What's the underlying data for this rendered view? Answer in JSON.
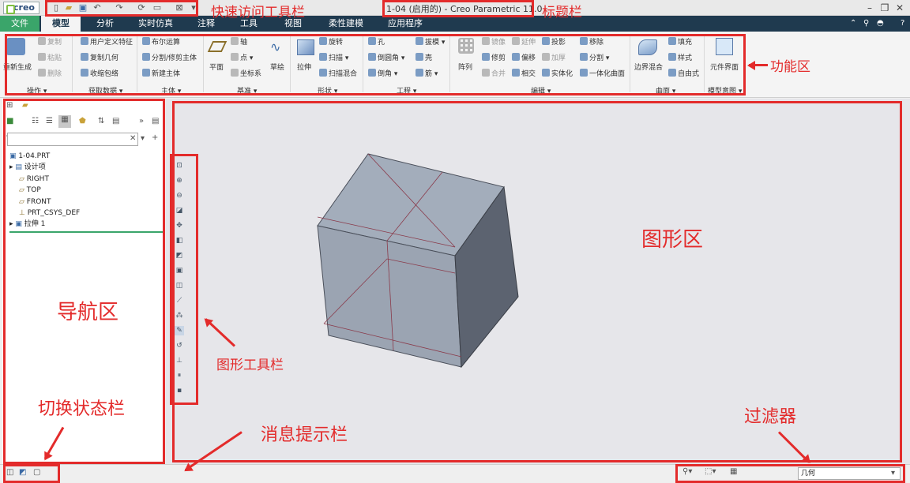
{
  "window": {
    "logo": "creo",
    "title": "1-04 (启用的) - Creo Parametric 11.0",
    "controls": [
      "⌃",
      "⚲",
      "◓",
      "?",
      "–",
      "🗗",
      "✕"
    ]
  },
  "menubar": {
    "tabs": [
      "文件",
      "模型",
      "分析",
      "实时仿真",
      "注释",
      "工具",
      "视图",
      "柔性建模",
      "应用程序"
    ],
    "active": "模型"
  },
  "ribbon": {
    "groups": [
      {
        "label": "操作 ▾",
        "big": "重新生成",
        "items": [
          "复制",
          "粘贴",
          "删除"
        ]
      },
      {
        "label": "获取数据 ▾",
        "items": [
          "用户定义特征",
          "复制几何",
          "收缩包络"
        ]
      },
      {
        "label": "主体 ▾",
        "items": [
          "布尔运算",
          "分割/修剪主体",
          "新建主体"
        ]
      },
      {
        "label": "基准 ▾",
        "big": "平面",
        "big2": "草绘",
        "items": [
          "轴",
          "点 ▾",
          "坐标系"
        ]
      },
      {
        "label": "形状 ▾",
        "big": "拉伸",
        "items": [
          "旋转",
          "扫描 ▾",
          "扫描混合"
        ]
      },
      {
        "label": "工程 ▾",
        "items": [
          "孔",
          "倒圆角 ▾",
          "倒角 ▾",
          "拔模 ▾",
          "壳",
          "筋 ▾"
        ]
      },
      {
        "label": "编辑 ▾",
        "big": "阵列",
        "items": [
          "镜像",
          "延伸",
          "投影",
          "移除",
          "修剪",
          "偏移",
          "加厚",
          "分割 ▾",
          "合并",
          "相交",
          "实体化",
          "一体化曲面"
        ]
      },
      {
        "label": "曲面 ▾",
        "big": "边界混合",
        "items": [
          "填充",
          "样式",
          "自由式"
        ]
      },
      {
        "label": "模型意图 ▾",
        "big": "元件界面"
      }
    ]
  },
  "navigator": {
    "search_placeholder": "",
    "tree": [
      "1-04.PRT",
      "设计项",
      "RIGHT",
      "TOP",
      "FRONT",
      "PRT_CSYS_DEF",
      "拉伸 1"
    ]
  },
  "status": {
    "filter_value": "几何"
  },
  "annotations": {
    "quick_access": "快速访问工具栏",
    "title_bar": "标题栏",
    "ribbon": "功能区",
    "graphics_area": "图形区",
    "navigator": "导航区",
    "graphics_toolbar": "图形工具栏",
    "switch_status": "切换状态栏",
    "message_bar": "消息提示栏",
    "filter": "过滤器"
  }
}
